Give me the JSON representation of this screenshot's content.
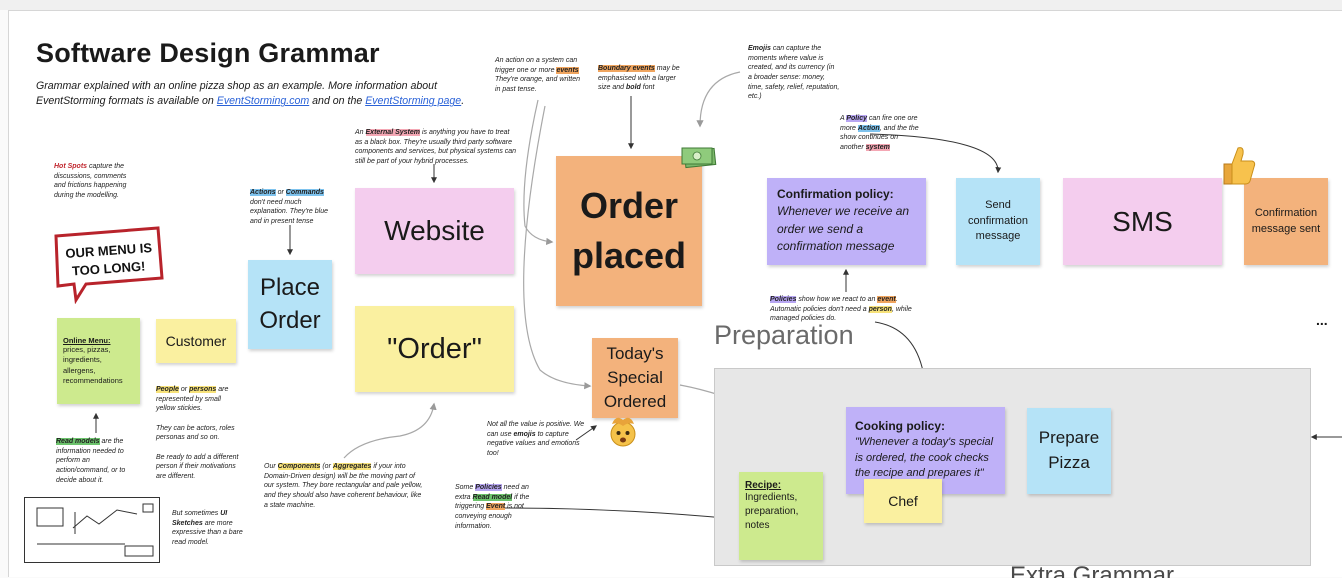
{
  "title": "Software Design Grammar",
  "subtitle": {
    "before": "Grammar explained with an online pizza shop as an example. More information about EventStorming formats is available on ",
    "link1": "EventStorming.com",
    "middle": " and on the ",
    "link2": "EventStorming page",
    "after": "."
  },
  "stickies": {
    "order_placed": "Order placed",
    "website": "Website",
    "order_aggregate": "\"Order\"",
    "place_order": "Place Order",
    "customer": "Customer",
    "todays_special": "Today's Special Ordered",
    "send_confirmation": "Send confirmation message",
    "sms": "SMS",
    "confirmation_sent": "Confirmation message sent",
    "prepare_pizza": "Prepare Pizza",
    "chef": "Chef"
  },
  "confirmation_policy": {
    "heading": "Confirmation policy:",
    "body": "Whenever we receive an order we send a confirmation message"
  },
  "cooking_policy": {
    "heading": "Cooking policy:",
    "body": "\"Whenever a today's special is ordered, the cook checks the recipe and prepares it\""
  },
  "online_menu": {
    "heading": "Online Menu:",
    "body": "prices, pizzas, ingredients, allergens, recommendations"
  },
  "recipe": {
    "heading": "Recipe:",
    "body": "Ingredients, preparation, notes"
  },
  "hotspot": {
    "line1": "OUR MENU IS",
    "line2": "TOO LONG!"
  },
  "areas": {
    "preparation": "Preparation",
    "extra": "Extra Grammar",
    "more": "..."
  },
  "notes": {
    "hot_spots": {
      "hl": "Hot Spots",
      "rest": " capture the discussions, comments and frictions happening during the modelling."
    },
    "actions": {
      "hl1": "Actions",
      "mid": " or ",
      "hl2": "Commands",
      "rest": " don't need much explanation. They're blue and in present tense"
    },
    "external": {
      "pre": "An ",
      "hl": "External System",
      "rest": " is anything you have to treat as a black box. They're usually third party software components and services, but physical systems can still be part of your hybrid processes."
    },
    "events": {
      "pre": "An action on a system can trigger one or more ",
      "hl": "events",
      "rest": " They're orange, and written in past tense."
    },
    "boundary": {
      "hl": "Boundary events",
      "mid": " may be emphasised with a larger size and ",
      "bold": "bold",
      "rest": " font"
    },
    "emojis": {
      "hl": "Emojis",
      "rest": " can capture the moments where value is created, and its currency (in a broader sense: money, time, safety, relief, reputation, etc.)"
    },
    "policy_fire": {
      "pre": "A ",
      "hl1": "Policy",
      "mid1": " can fire one ore more ",
      "hl2": "Action",
      "mid2": ", and the the show continues on another ",
      "hl3": "system"
    },
    "policies_react": {
      "hl1": "Policies",
      "mid1": " show how we react to an ",
      "hl2": "event",
      "mid2": ". Automatic policies don't need a ",
      "hl3": "person",
      "rest": ", while managed policies do."
    },
    "people": {
      "hl1": "People",
      "mid": " or ",
      "hl2": "persons",
      "rest1": " are represented by small yellow stickies.",
      "rest2": "They can be actors, roles personas and so on.",
      "rest3": "Be ready to add a different person if their motivations are different."
    },
    "read_models": {
      "hl": "Read models",
      "rest": " are the information needed to perform an action/command, or to decide about it."
    },
    "ui_sketches": {
      "pre": "But sometimes ",
      "bold": "UI Sketches",
      "rest": " are more expressive than a bare read model."
    },
    "components": {
      "pre": "Our ",
      "hl1": "Components",
      "mid1": " (or ",
      "hl2": "Aggregates",
      "rest": " if your into Domain-Driven design) will be the moving part of our system. They bore rectangular and pale yellow, and they should also have coherent behaviour, like a state machine."
    },
    "not_all_value": {
      "pre": "Not all the value is positive. We can use ",
      "bold": "emojis",
      "rest": " to capture negative values and emotions too!"
    },
    "some_policies": {
      "pre": "Some ",
      "hl1": "Policies",
      "mid1": " need an extra ",
      "hl2": "Read model",
      "mid2": " if the triggering ",
      "hl3": "Event",
      "rest": " is not conveying enough information."
    }
  },
  "icons": {
    "money": "banknote-icon",
    "thumbs_up": "thumbs-up-icon",
    "exploding_head": "exploding-head-icon"
  },
  "colors": {
    "event": "#f3b27c",
    "command": "#b5e3f7",
    "external": "#f4cdee",
    "aggregate": "#faf0a0",
    "policy": "#bfb1f8",
    "read_model": "#cdea8e",
    "hotspot": "#c0262e"
  }
}
